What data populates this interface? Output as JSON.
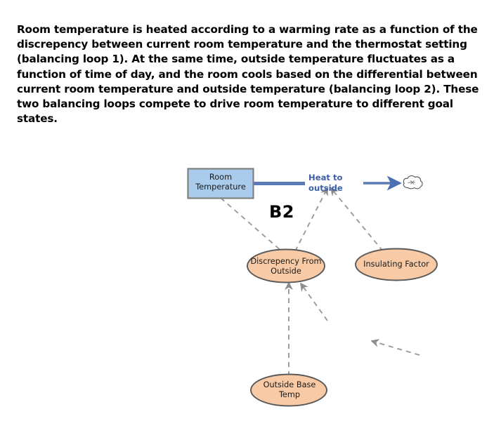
{
  "description": {
    "text": "Room temperature is heated according to a warming rate as a function of the discrepency between current room temperature and the thermostat setting (balancing loop 1). At the same time, outside temperature fluctuates as a function of time of day, and the room cools based on the differential between current room temperature and outside temperature (balancing loop 2). These two balancing loops compete to drive room temperature to different goal states."
  },
  "diagram": {
    "loop_label": "B2",
    "flow_label": "Heat to\noutside",
    "nodes": {
      "room_temperature": "Room\nTemperature",
      "discrepency_from_outside": "Discrepency From\nOutside",
      "insulating_factor": "Insulating Factor",
      "outside_base_temp": "Outside Base\nTemp"
    },
    "colors": {
      "stock_fill": "#a9cced",
      "stock_border": "#808080",
      "variable_fill": "#f8cba6",
      "variable_border": "#595959",
      "flow_blue": "#5a7bb8",
      "flow_label_blue": "#3c5fa5",
      "link_gray": "#949494",
      "cloud_outline": "#4a4a4a",
      "text_dark": "#1a1a1a"
    }
  }
}
